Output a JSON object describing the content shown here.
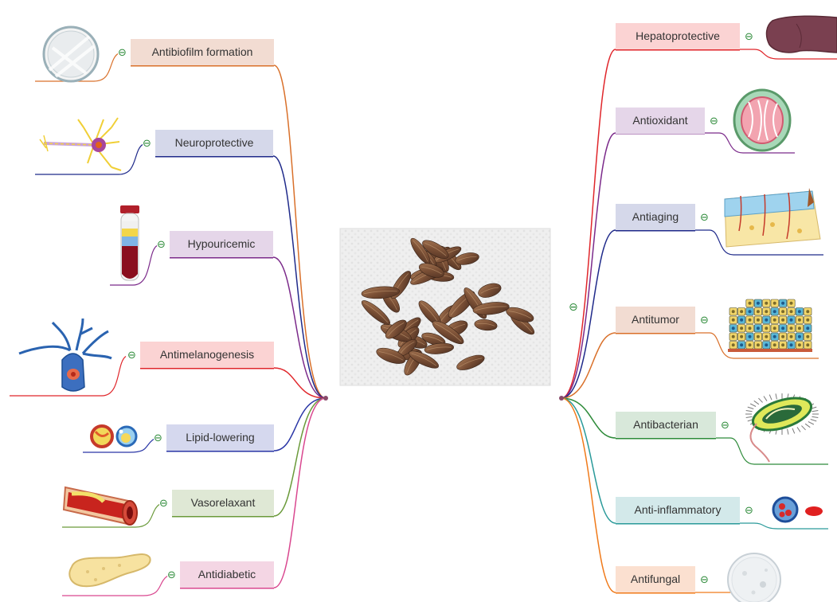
{
  "center": {
    "image": "photo of dried brown elongated flower buds on white paper towel",
    "collapse_symbol": "⊖"
  },
  "left_branches": [
    {
      "label": "Antibiofilm formation",
      "color": "#d9702a",
      "box_fill": "#f2dcd2",
      "icon": "biofilm-petri-dish-icon"
    },
    {
      "label": "Neuroprotective",
      "color": "#1f2a8a",
      "box_fill": "#d5d8ea",
      "icon": "neuron-icon"
    },
    {
      "label": "Hypouricemic",
      "color": "#7b2a8a",
      "box_fill": "#e5d6e9",
      "icon": "blood-tube-icon"
    },
    {
      "label": "Antimelanogenesis",
      "color": "#e0262b",
      "box_fill": "#fbd3d3",
      "icon": "melanocyte-icon"
    },
    {
      "label": "Lipid-lowering",
      "color": "#2a36a6",
      "box_fill": "#d5d8ee",
      "icon": "lipid-cells-icon"
    },
    {
      "label": "Vasorelaxant",
      "color": "#6a9a3a",
      "box_fill": "#dfe8d5",
      "icon": "blood-vessel-icon"
    },
    {
      "label": "Antidiabetic",
      "color": "#d9478f",
      "box_fill": "#f4d6e4",
      "icon": "pancreas-icon"
    }
  ],
  "right_branches": [
    {
      "label": "Hepatoprotective",
      "color": "#e0262b",
      "box_fill": "#fbd3d3",
      "icon": "liver-icon"
    },
    {
      "label": "Antioxidant",
      "color": "#7b2a8a",
      "box_fill": "#e5d6e9",
      "icon": "mitochondrion-icon"
    },
    {
      "label": "Antiaging",
      "color": "#1f2a8a",
      "box_fill": "#d5d8ea",
      "icon": "skin-layers-icon"
    },
    {
      "label": "Antitumor",
      "color": "#d9702a",
      "box_fill": "#f2dcd2",
      "icon": "tumor-cells-icon"
    },
    {
      "label": "Antibacterian",
      "color": "#2e8b3a",
      "box_fill": "#d8e8da",
      "icon": "bacterium-icon"
    },
    {
      "label": "Anti-inflammatory",
      "color": "#2a9a9a",
      "box_fill": "#d3e9ea",
      "icon": "immune-cell-icon"
    },
    {
      "label": "Antifungal",
      "color": "#f07a1a",
      "box_fill": "#fbe0d0",
      "icon": "fungal-petri-dish-icon"
    }
  ]
}
